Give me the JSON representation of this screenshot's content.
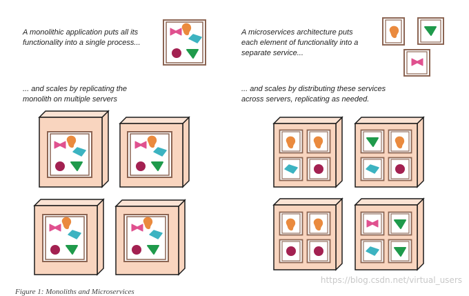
{
  "texts": {
    "mono_intro": "A monolithic application puts all its\nfunctionality into a single process...",
    "mono_scale": "... and scales by replicating the\nmonolith on multiple servers",
    "micro_intro": "A microservices architecture puts\neach element of functionality into a\nseparate service...",
    "micro_scale": "... and scales by distributing these services\nacross servers, replicating as needed.",
    "caption": "Figure 1: Monoliths and Microservices",
    "watermark": "https://blog.csdn.net/virtual_users"
  },
  "colors": {
    "frame": "#8b6452",
    "box_face": "#f9d5bf",
    "box_outline": "#1a1a1a",
    "pink_shape": "#e0518f",
    "orange_shape": "#ea8a3e",
    "teal_shape": "#3cb3c1",
    "maroon_shape": "#a32151",
    "green_shape": "#1f9a4b"
  },
  "shapes": [
    "pink-bowtie",
    "orange-blob",
    "teal-diamond",
    "maroon-circle",
    "green-triangle"
  ],
  "microservice_servers": [
    [
      "orange-blob",
      "orange-blob",
      "teal-diamond",
      "maroon-circle"
    ],
    [
      "green-triangle",
      "orange-blob",
      "teal-diamond",
      "maroon-circle"
    ],
    [
      "orange-blob",
      "orange-blob",
      "maroon-circle",
      "maroon-circle"
    ],
    [
      "pink-bowtie",
      "green-triangle",
      "teal-diamond",
      "green-triangle"
    ]
  ]
}
